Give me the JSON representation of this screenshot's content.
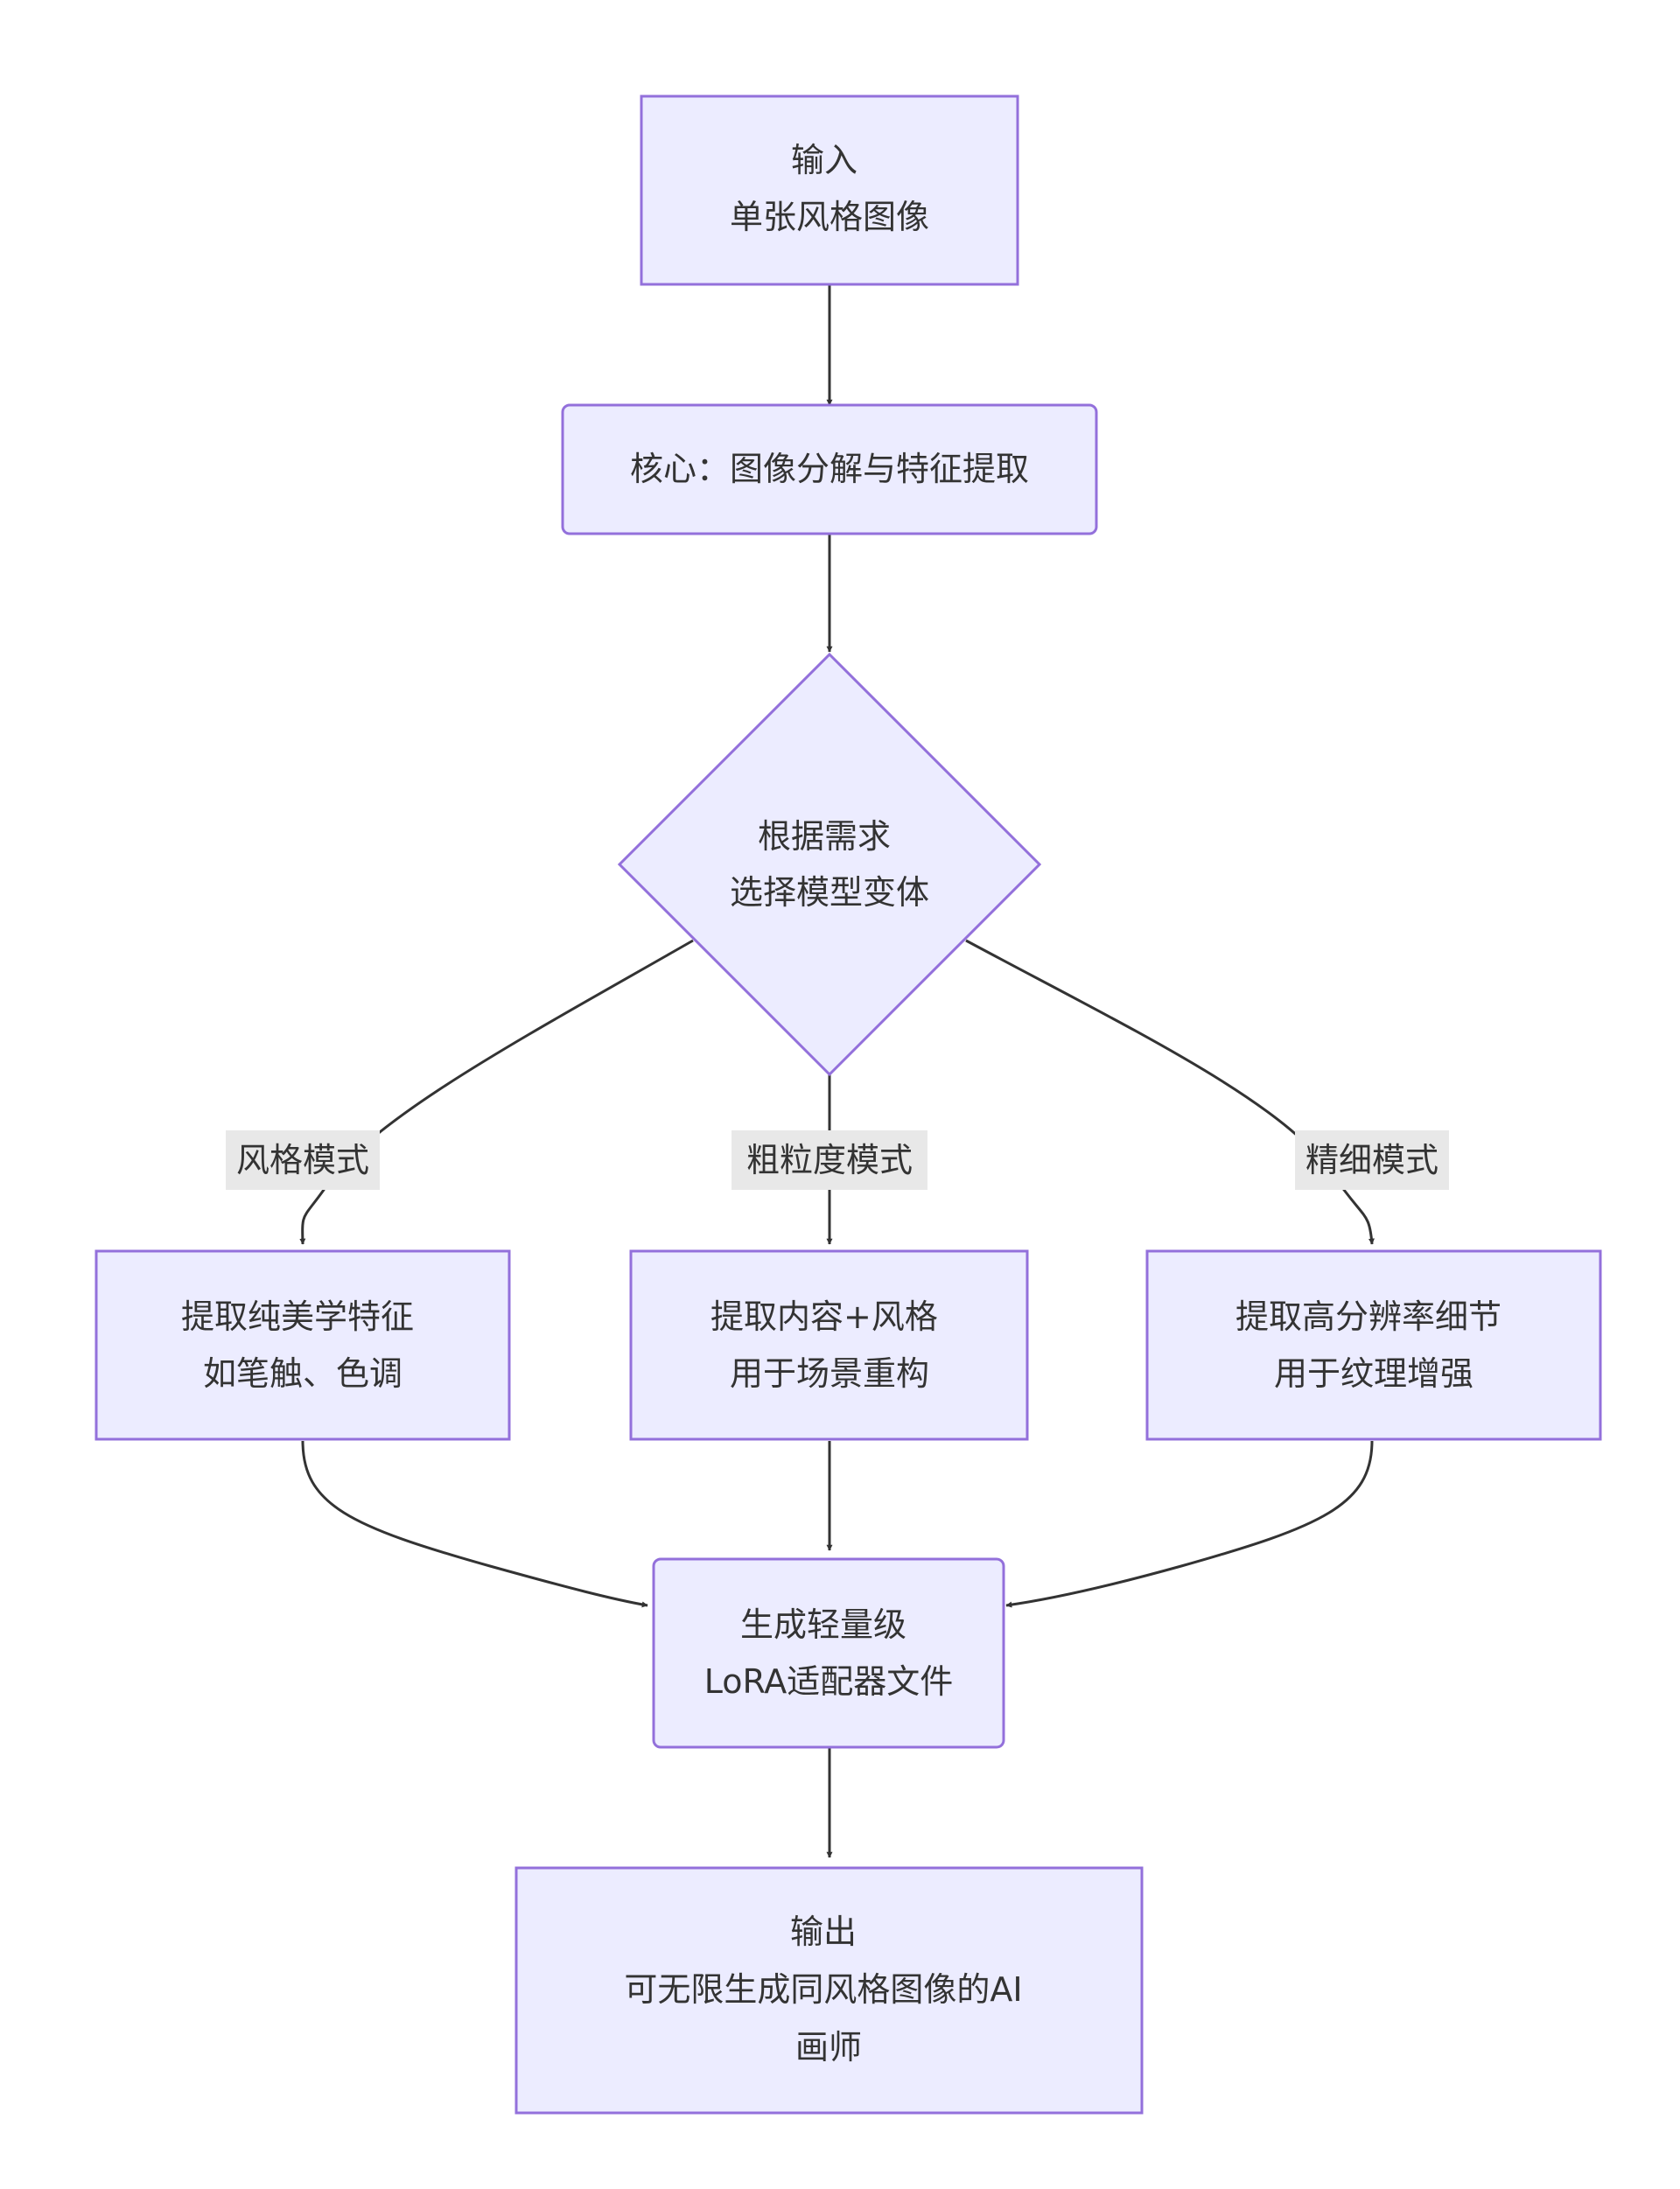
{
  "colors": {
    "node_fill": "#ECECFF",
    "node_stroke": "#9370DB",
    "edge": "#333333",
    "text": "#333333",
    "label_bg": "#E8E8E8"
  },
  "nodes": {
    "input": [
      "输入",
      "单张风格图像"
    ],
    "core": [
      "核心：图像分解与特征提取"
    ],
    "decision": [
      "根据需求",
      "选择模型变体"
    ],
    "style_mode": [
      "提取纯美学特征",
      "如笔触、色调"
    ],
    "coarse_mode": [
      "提取内容+风格",
      "用于场景重构"
    ],
    "fine_mode": [
      "提取高分辨率细节",
      "用于纹理增强"
    ],
    "lora": [
      "生成轻量级",
      "LoRA适配器文件"
    ],
    "output": [
      "输出",
      "可无限生成同风格图像的AI",
      "画师"
    ]
  },
  "edge_labels": {
    "style": "风格模式",
    "coarse": "粗粒度模式",
    "fine": "精细模式"
  }
}
